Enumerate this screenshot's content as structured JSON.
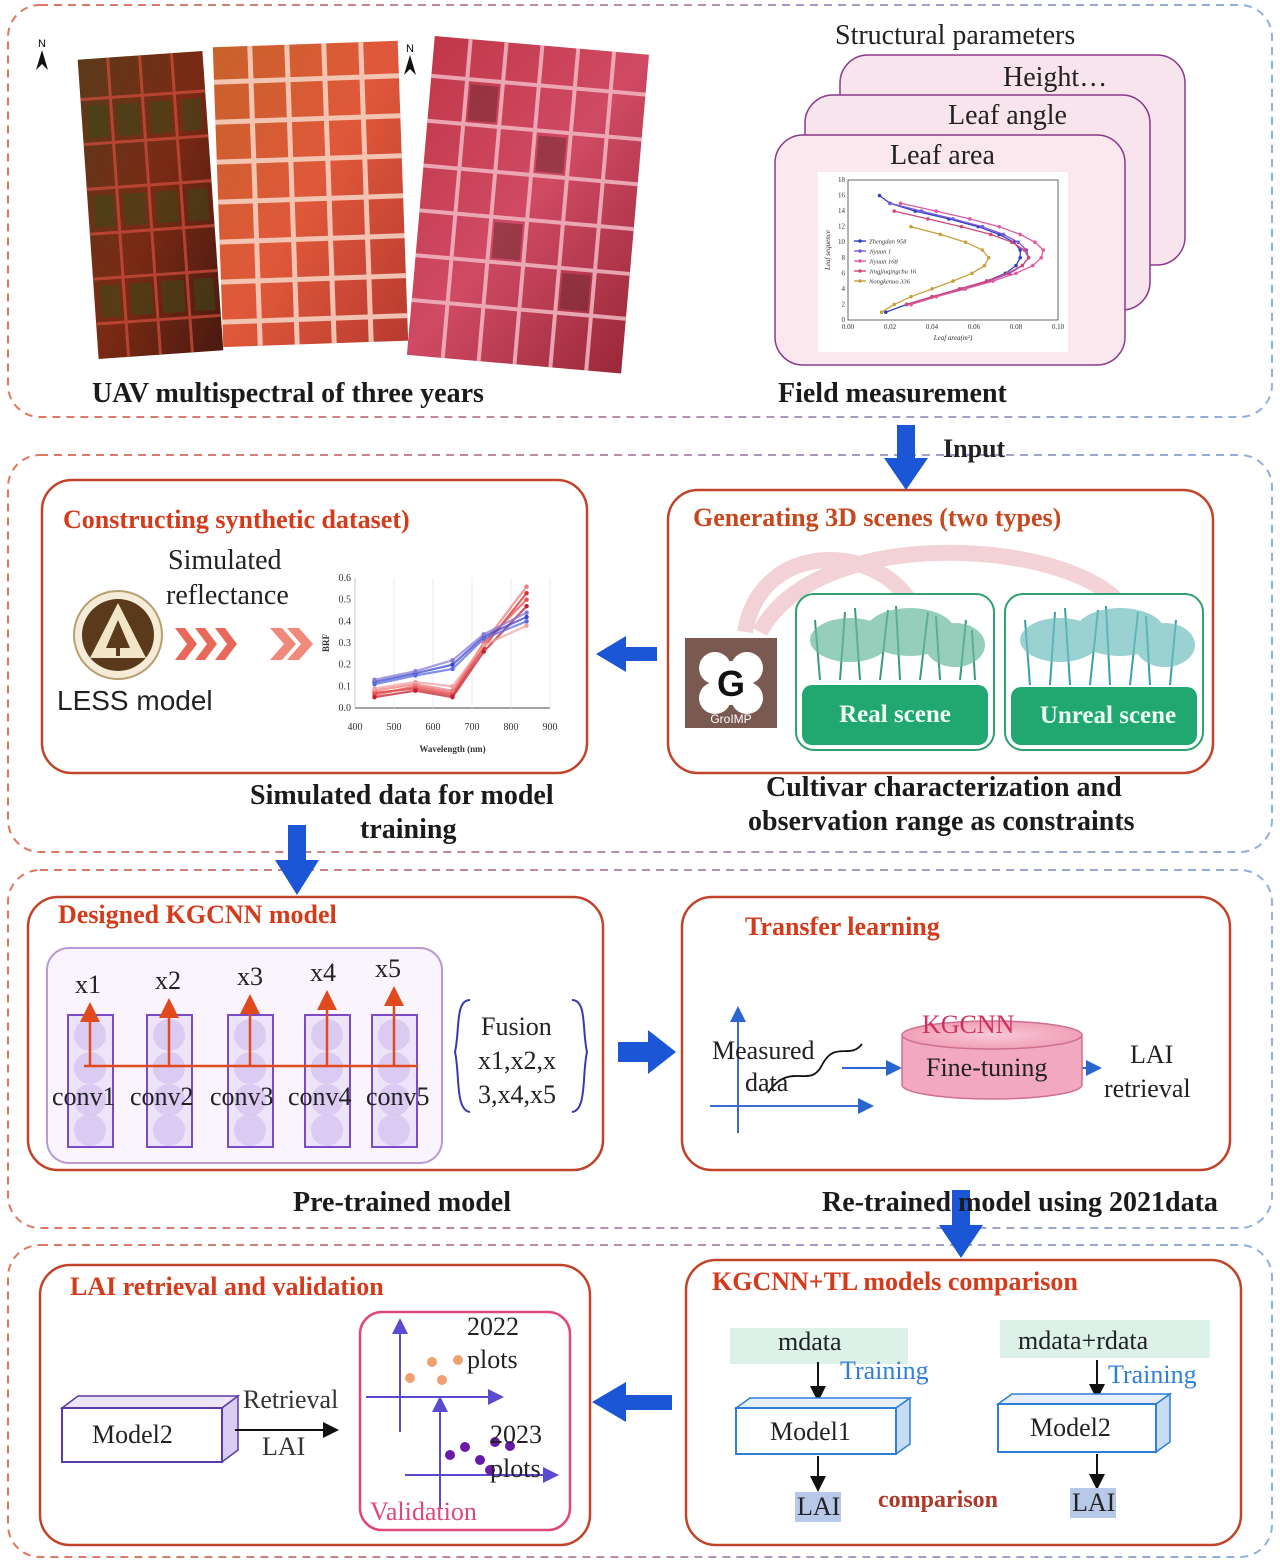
{
  "colors": {
    "orange_dash": "#e0775c",
    "blue_dash": "#8fb0e0",
    "panel_border": "#c0442a",
    "section_title": "#d43b1a",
    "arrow_blue": "#1a56d6",
    "kgcnn_purple": "#6f3fa8",
    "model_blue": "#2f7fd8"
  },
  "top": {
    "uav_caption": "UAV multispectral of three years",
    "north_label": "N",
    "structural_title": "Structural parameters",
    "cards": [
      "Height…",
      "Leaf angle",
      "Leaf area"
    ],
    "field_caption": "Field measurement",
    "input_label": "Input"
  },
  "row2": {
    "synthetic_title": "Constructing synthetic dataset)",
    "simulated_reflectance": [
      "Simulated",
      "reflectance"
    ],
    "less_model": "LESS model",
    "scenes_title": "Generating 3D scenes (two types)",
    "groimp_label": "GroIMP",
    "groimp_logo": "G",
    "real_scene": "Real scene",
    "unreal_scene": "Unreal scene",
    "simulated_caption": [
      "Simulated data for model",
      "training"
    ],
    "cultivar_caption": [
      "Cultivar characterization and",
      "observation range as constraints"
    ]
  },
  "row3": {
    "kgcnn_title": "Designed KGCNN model",
    "outputs": [
      "x1",
      "x2",
      "x3",
      "x4",
      "x5"
    ],
    "convs": [
      "conv1",
      "conv2",
      "conv3",
      "conv4",
      "conv5"
    ],
    "fusion": [
      "Fusion",
      "x1,x2,x",
      "3,x4,x5"
    ],
    "tl_title": "Transfer learning",
    "measured": [
      "Measured",
      "data"
    ],
    "kgcnn_label": "KGCNN",
    "fine_tuning": "Fine-tuning",
    "lai_retrieval": [
      "LAI",
      "retrieval"
    ],
    "pretrained": "Pre-trained model",
    "retrained": "Re-trained model using 2021data"
  },
  "row4": {
    "lai_title": "LAI retrieval and validation",
    "model2": "Model2",
    "retrieval": "Retrieval",
    "lai": "LAI",
    "plots2022": [
      "2022",
      "plots"
    ],
    "plots2023": [
      "2023",
      "plots"
    ],
    "validation": "Validation",
    "comp_title": "KGCNN+TL models comparison",
    "mdata": "mdata",
    "mdata_rdata": "mdata+rdata",
    "training": "Training",
    "model1": "Model1",
    "model2b": "Model2",
    "lai_out": "LAI",
    "comparison": "comparison"
  },
  "chart_data": [
    {
      "type": "line",
      "title": "",
      "xlabel": "Leaf area(m²)",
      "ylabel": "Leaf sequence",
      "xlim": [
        0,
        0.1
      ],
      "ylim": [
        0,
        18
      ],
      "xticks": [
        "0.00",
        "0.02",
        "0.04",
        "0.06",
        "0.08",
        "0.10"
      ],
      "yticks": [
        "0",
        "2",
        "4",
        "6",
        "8",
        "10",
        "12",
        "14",
        "16",
        "18"
      ],
      "legend": "center-left",
      "series": [
        {
          "name": "Zhengdan 958",
          "color": "#2f3fbf",
          "points": [
            [
              0.015,
              16
            ],
            [
              0.02,
              15
            ],
            [
              0.032,
              14
            ],
            [
              0.048,
              13
            ],
            [
              0.062,
              12
            ],
            [
              0.072,
              11
            ],
            [
              0.079,
              10
            ],
            [
              0.082,
              9
            ],
            [
              0.082,
              8
            ],
            [
              0.08,
              7
            ],
            [
              0.075,
              6
            ],
            [
              0.066,
              5
            ],
            [
              0.054,
              4
            ],
            [
              0.04,
              3
            ],
            [
              0.028,
              2
            ],
            [
              0.018,
              1
            ]
          ]
        },
        {
          "name": "Jiyuan 1",
          "color": "#7a5ad8",
          "points": [
            [
              0.02,
              15
            ],
            [
              0.035,
              14
            ],
            [
              0.05,
              13
            ],
            [
              0.064,
              12
            ],
            [
              0.074,
              11
            ],
            [
              0.081,
              10
            ],
            [
              0.085,
              9
            ],
            [
              0.086,
              8
            ],
            [
              0.083,
              7
            ],
            [
              0.077,
              6
            ],
            [
              0.067,
              5
            ],
            [
              0.055,
              4
            ],
            [
              0.042,
              3
            ],
            [
              0.03,
              2
            ]
          ]
        },
        {
          "name": "Jiyuan 168",
          "color": "#e05aa0",
          "points": [
            [
              0.025,
              15
            ],
            [
              0.042,
              14
            ],
            [
              0.058,
              13
            ],
            [
              0.072,
              12
            ],
            [
              0.082,
              11
            ],
            [
              0.089,
              10
            ],
            [
              0.093,
              9
            ],
            [
              0.092,
              8
            ],
            [
              0.088,
              7
            ],
            [
              0.08,
              6
            ],
            [
              0.069,
              5
            ],
            [
              0.056,
              4
            ],
            [
              0.042,
              3
            ],
            [
              0.03,
              2
            ]
          ]
        },
        {
          "name": "Jingjiuqingchu 16",
          "color": "#d04878",
          "points": [
            [
              0.022,
              14
            ],
            [
              0.038,
              13
            ],
            [
              0.054,
              12
            ],
            [
              0.068,
              11
            ],
            [
              0.078,
              10
            ],
            [
              0.084,
              9
            ],
            [
              0.086,
              8
            ],
            [
              0.083,
              7
            ],
            [
              0.076,
              6
            ],
            [
              0.066,
              5
            ],
            [
              0.053,
              4
            ],
            [
              0.04,
              3
            ],
            [
              0.028,
              2
            ]
          ]
        },
        {
          "name": "Nongkenuo 336",
          "color": "#c8a040",
          "points": [
            [
              0.03,
              12
            ],
            [
              0.044,
              11
            ],
            [
              0.056,
              10
            ],
            [
              0.064,
              9
            ],
            [
              0.067,
              8
            ],
            [
              0.065,
              7
            ],
            [
              0.059,
              6
            ],
            [
              0.05,
              5
            ],
            [
              0.04,
              4
            ],
            [
              0.03,
              3
            ],
            [
              0.022,
              2
            ],
            [
              0.016,
              1
            ]
          ]
        }
      ]
    },
    {
      "type": "line",
      "title": "",
      "xlabel": "Wavelength (nm)",
      "ylabel": "BRF",
      "xlim": [
        400,
        900
      ],
      "ylim": [
        0,
        0.6
      ],
      "xticks": [
        "400",
        "500",
        "600",
        "700",
        "800",
        "900"
      ],
      "yticks": [
        "0.0",
        "0.1",
        "0.2",
        "0.3",
        "0.4",
        "0.5",
        "0.6"
      ],
      "x": [
        450,
        555,
        650,
        730,
        840
      ],
      "series": [
        {
          "color": "#d83030",
          "values": [
            0.07,
            0.09,
            0.06,
            0.28,
            0.53
          ]
        },
        {
          "color": "#e85050",
          "values": [
            0.06,
            0.1,
            0.07,
            0.3,
            0.5
          ]
        },
        {
          "color": "#c02030",
          "values": [
            0.05,
            0.08,
            0.05,
            0.26,
            0.47
          ]
        },
        {
          "color": "#f07a7a",
          "values": [
            0.08,
            0.11,
            0.08,
            0.3,
            0.56
          ]
        },
        {
          "color": "#3a48c8",
          "values": [
            0.12,
            0.16,
            0.2,
            0.33,
            0.42
          ]
        },
        {
          "color": "#5a6ae0",
          "values": [
            0.11,
            0.15,
            0.18,
            0.32,
            0.4
          ]
        },
        {
          "color": "#8878d8",
          "values": [
            0.13,
            0.17,
            0.22,
            0.34,
            0.44
          ]
        },
        {
          "color": "#f0a0a0",
          "values": [
            0.09,
            0.12,
            0.1,
            0.29,
            0.38
          ]
        }
      ]
    },
    {
      "type": "scatter",
      "title": "",
      "xlabel": "",
      "ylabel": "",
      "series": [
        {
          "name": "2022 plots",
          "color": "#f0a070",
          "points": [
            [
              1,
              2.2
            ],
            [
              2,
              2.9
            ],
            [
              3,
              2.1
            ],
            [
              4,
              3.0
            ]
          ]
        },
        {
          "name": "2023 plots",
          "color": "#6a1aa8",
          "points": [
            [
              1,
              1.2
            ],
            [
              2,
              1.7
            ],
            [
              3,
              2.2
            ],
            [
              4,
              2.6
            ],
            [
              5,
              2.3
            ],
            [
              6,
              2.6
            ]
          ]
        }
      ]
    }
  ]
}
